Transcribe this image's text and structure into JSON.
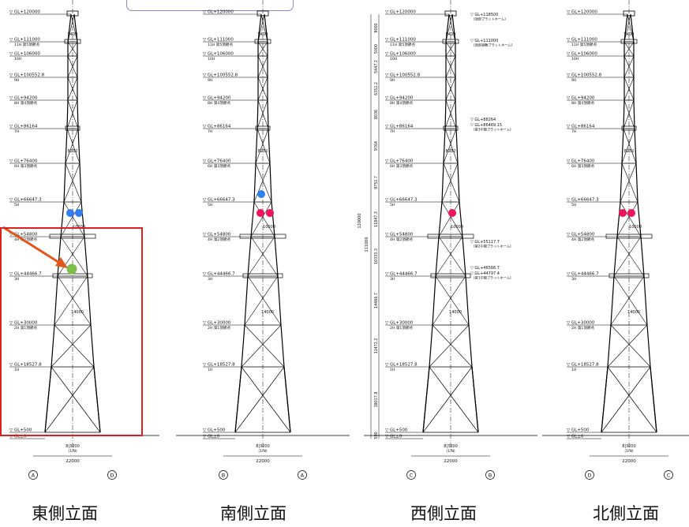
{
  "levels": [
    {
      "key": "top",
      "label": "GL+120000",
      "sub": ""
    },
    {
      "key": "l11",
      "label": "GL+111000",
      "sub": "11H 第5頂節点"
    },
    {
      "key": "l10",
      "label": "GL+106000",
      "sub": "10H"
    },
    {
      "key": "l9",
      "label": "GL+100552.8",
      "sub": "9H"
    },
    {
      "key": "l8",
      "label": "GL+94200",
      "sub": "8H 第4頂節点"
    },
    {
      "key": "l7",
      "label": "GL+86164",
      "sub": "7H"
    },
    {
      "key": "l6",
      "label": "GL+76400",
      "sub": "6H 第3頂節点"
    },
    {
      "key": "l5",
      "label": "GL+66647.3",
      "sub": "5H"
    },
    {
      "key": "l4",
      "label": "GL+54800",
      "sub": "4H 第2頂節点"
    },
    {
      "key": "l3",
      "label": "GL+44466.7",
      "sub": "3H"
    },
    {
      "key": "l2",
      "label": "GL+30000",
      "sub": "2H 第1頂節点"
    },
    {
      "key": "l1",
      "label": "GL+18527.8",
      "sub": "1H"
    },
    {
      "key": "b500",
      "label": "GL+500",
      "sub": ""
    },
    {
      "key": "gl0",
      "label": "GL±0",
      "sub": ""
    }
  ],
  "tower_widths": {
    "w5400": "5400",
    "w8232": "8232",
    "w10000": "10000",
    "w14000": "14000"
  },
  "base": {
    "span": "22000",
    "dim": "8|3200",
    "dim_sub": "(1/N)"
  },
  "views": [
    {
      "caption": "東側立面",
      "axis_left": "A",
      "axis_right": "D"
    },
    {
      "caption": "南側立面",
      "axis_left": "B",
      "axis_right": "A"
    },
    {
      "caption": "西側立面",
      "axis_left": "C",
      "axis_right": "B"
    },
    {
      "caption": "北側立面",
      "axis_left": "D",
      "axis_right": "C"
    }
  ],
  "west_extra_levels": [
    {
      "label": "GL+118500",
      "sub": "(頂部プラットホーム)"
    },
    {
      "label": "GL+111000",
      "sub": "(頂部避難プラットホーム)"
    },
    {
      "label": "GL+88264",
      "sub": ""
    },
    {
      "label": "GL+86469.15",
      "sub": "(第3中間プラットホーム)"
    },
    {
      "label": "GL+55117.7",
      "sub": "(第2中間プラットホーム)"
    },
    {
      "label": "GL+46566.7",
      "sub": ""
    },
    {
      "label": "GL+44797.4",
      "sub": "(第1中間プラットホーム)"
    }
  ],
  "west_dims": [
    "9000",
    "5000",
    "5447.2",
    "6352.2",
    "8036",
    "9764",
    "9752.7",
    "11847.3",
    "10333.3",
    "14466.7",
    "11472.2",
    "18027.8",
    "500"
  ],
  "west_totals": {
    "overall": "120000",
    "mid": "111000"
  },
  "markers": {
    "colors": {
      "blue": "#2f80ed",
      "red": "#f0145a",
      "green": "#7dbf4a",
      "arrow": "#e0561b",
      "frame": "#e02020"
    }
  }
}
